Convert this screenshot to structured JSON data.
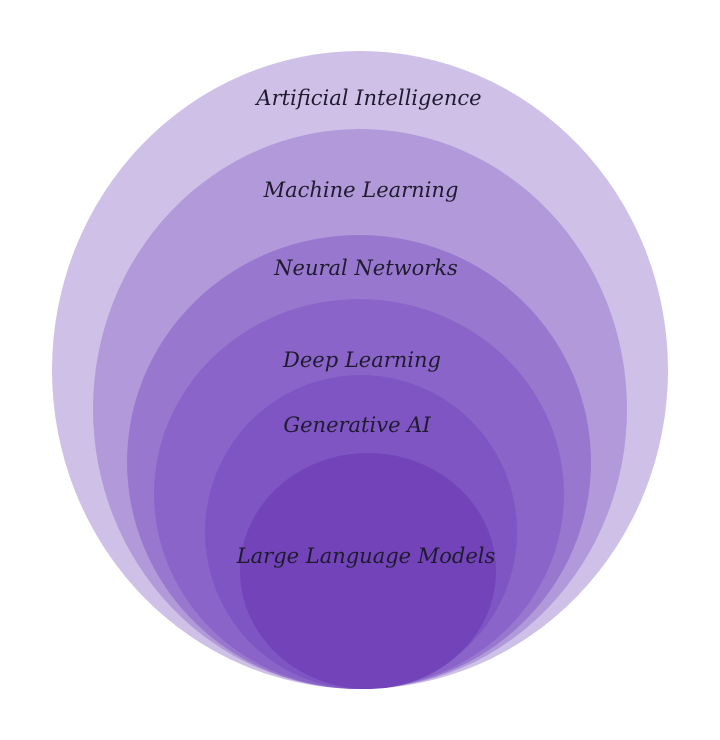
{
  "diagram": {
    "layers": [
      {
        "label": "Artificial Intelligence",
        "color": "#cfc0e8"
      },
      {
        "label": "Machine Learning",
        "color": "#b199da"
      },
      {
        "label": "Neural Networks",
        "color": "#9878cf"
      },
      {
        "label": "Deep Learning",
        "color": "#8a64c9"
      },
      {
        "label": "Generative AI",
        "color": "#7f55c3"
      },
      {
        "label": "Large Language Models",
        "color": "#7243b9"
      }
    ]
  }
}
